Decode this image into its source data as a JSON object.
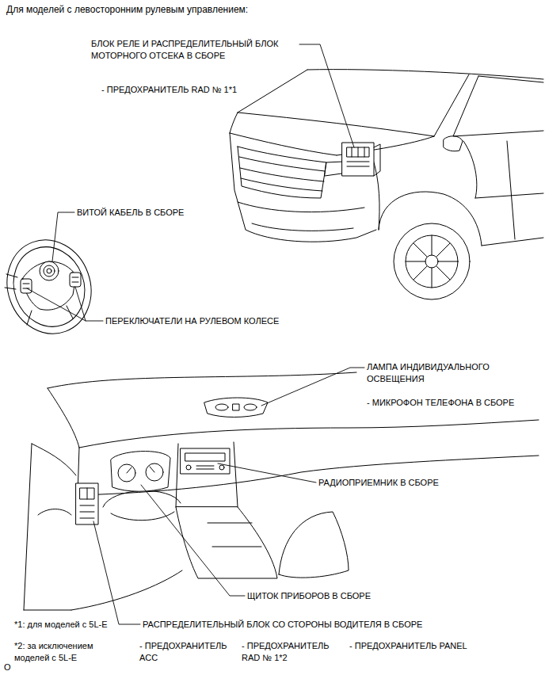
{
  "diagram": {
    "title": "Для моделей с левосторонним рулевым управлением:",
    "labels": [
      "БЛОК РЕЛЕ И РАСПРЕДЕЛИТЕЛЬНЫЙ БЛОК МОТОРНОГО ОТСЕКА В СБОРЕ",
      "- ПРЕДОХРАНИТЕЛЬ RAD № 1*1",
      "ВИТОЙ КАБЕЛЬ В СБОРЕ",
      "ПЕРЕКЛЮЧАТЕЛИ НА РУЛЕВОМ КОЛЕСЕ",
      "ЛАМПА ИНДИВИДУАЛЬНОГО ОСВЕЩЕНИЯ",
      "- МИКРОФОН ТЕЛЕФОНА В СБОРЕ",
      "РАДИОПРИЕМНИК В СБОРЕ",
      "ЩИТОК ПРИБОРОВ В СБОРЕ",
      "*1: для моделей с 5L-E",
      "РАСПРЕДЕЛИТЕЛЬНЫЙ БЛОК СО СТОРОНЫ ВОДИТЕЛЯ В СБОРЕ",
      "*2: за исключением моделей с 5L-E",
      "- ПРЕДОХРАНИТЕЛЬ ACC",
      "- ПРЕДОХРАНИТЕЛЬ RAD № 1*2",
      "- ПРЕДОХРАНИТЕЛЬ PANEL",
      "O"
    ]
  }
}
